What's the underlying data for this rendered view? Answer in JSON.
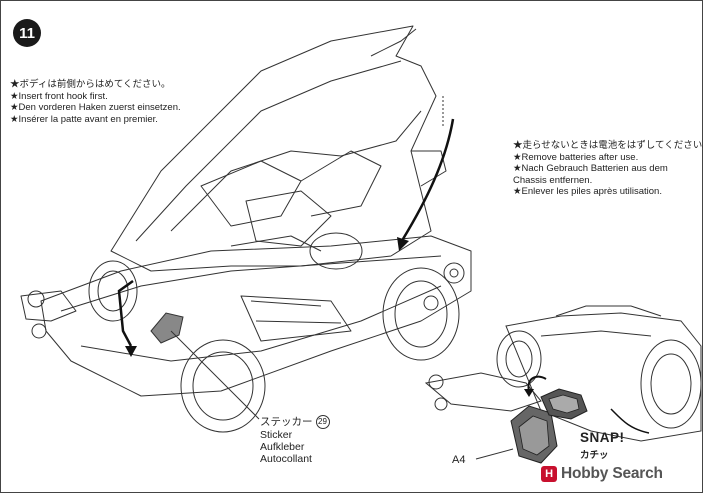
{
  "step": {
    "number": "11"
  },
  "note_front_hook": {
    "lines": [
      "★ボディは前側からはめてください。",
      "★Insert front hook first.",
      "★Den vorderen Haken zuerst einsetzen.",
      "★Insérer la patte avant en premier."
    ]
  },
  "note_batteries": {
    "lines": [
      "★走らせないときは電池をはずしてください。",
      "★Remove batteries after use.",
      "★Nach Gebrauch Batterien aus dem",
      "Chassis entfernen.",
      "★Enlever les piles après utilisation."
    ]
  },
  "sticker": {
    "label_ja": "ステッカー",
    "number": "29",
    "label_en": "Sticker",
    "label_de": "Aufkleber",
    "label_fr": "Autocollant"
  },
  "snap": {
    "text_en": "SNAP!",
    "text_ja": "カチッ"
  },
  "part": {
    "label": "A4"
  },
  "watermark": {
    "logo": "H",
    "text": "Hobby Search"
  }
}
